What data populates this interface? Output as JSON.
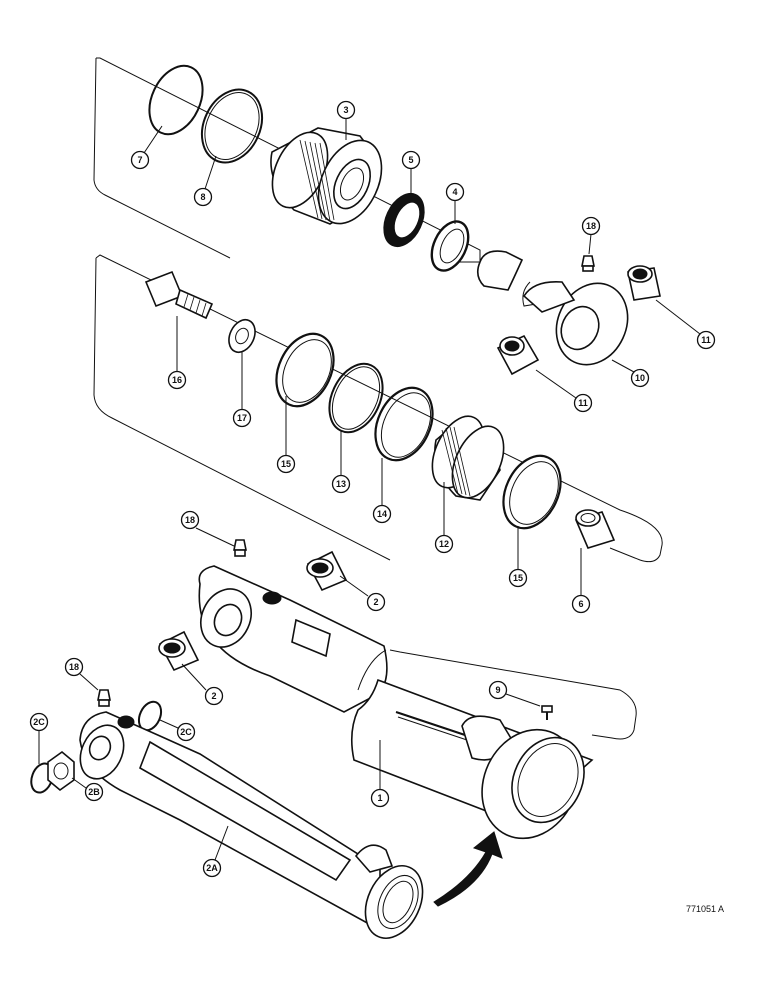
{
  "figure": {
    "id_label": "771051 A"
  },
  "callouts": {
    "c1": "1",
    "c2a": "2",
    "c2b": "2",
    "c2A": "2A",
    "c2B": "2B",
    "c2C_left": "2C",
    "c2C_right": "2C",
    "c3": "3",
    "c4": "4",
    "c5": "5",
    "c6": "6",
    "c7": "7",
    "c8": "8",
    "c9": "9",
    "c10": "10",
    "c11a": "11",
    "c11b": "11",
    "c12": "12",
    "c13": "13",
    "c14": "14",
    "c15a": "15",
    "c15b": "15",
    "c16": "16",
    "c17": "17",
    "c18a": "18",
    "c18b": "18",
    "c18c": "18"
  },
  "colors": {
    "ink": "#111111",
    "paper": "#ffffff"
  }
}
